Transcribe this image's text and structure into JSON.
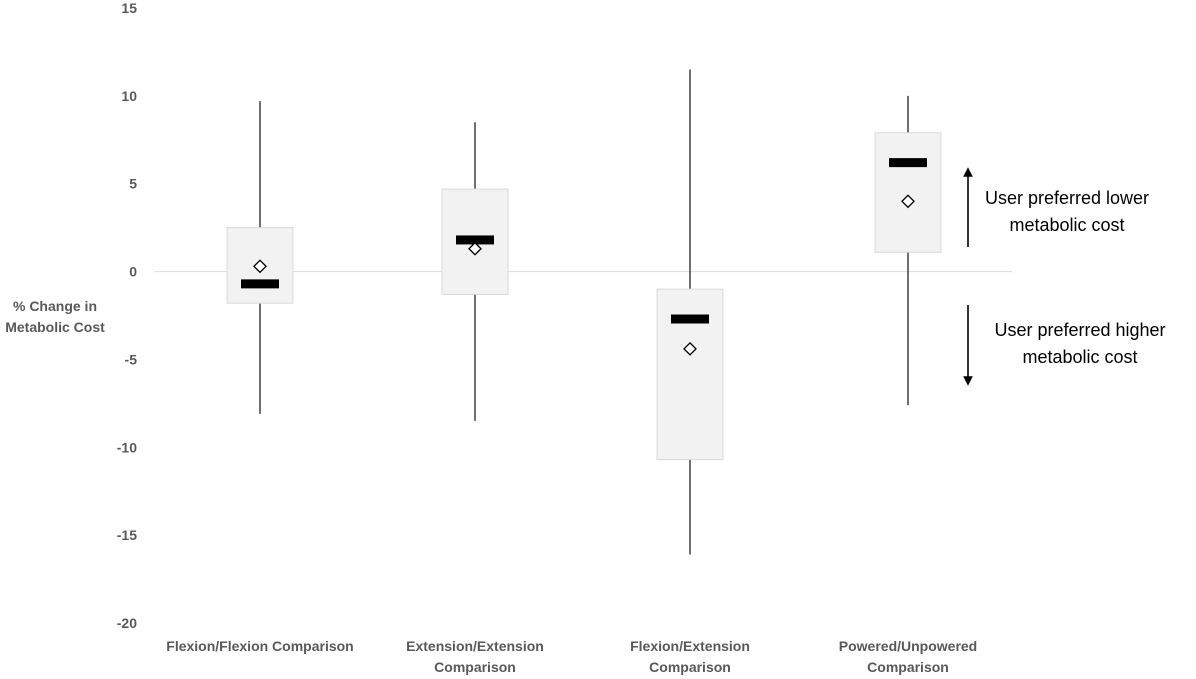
{
  "chart_data": {
    "type": "boxplot",
    "title": "",
    "xlabel": "",
    "ylabel": [
      "% Change in",
      "Metabolic Cost"
    ],
    "ylim": [
      -20,
      15
    ],
    "yticks": [
      15,
      10,
      5,
      0,
      -5,
      -10,
      -15,
      -20
    ],
    "grid": false,
    "categories": [
      [
        "Flexion/Flexion Comparison"
      ],
      [
        "Extension/Extension",
        "Comparison"
      ],
      [
        "Flexion/Extension",
        "Comparison"
      ],
      [
        "Powered/Unpowered",
        "Comparison"
      ]
    ],
    "boxes": [
      {
        "min": -8.1,
        "q1": -1.8,
        "median": -0.7,
        "mean": 0.3,
        "q3": 2.5,
        "max": 9.7
      },
      {
        "min": -8.5,
        "q1": -1.3,
        "median": 1.8,
        "mean": 1.3,
        "q3": 4.7,
        "max": 8.5
      },
      {
        "min": -16.1,
        "q1": -10.7,
        "median": -2.7,
        "mean": -4.4,
        "q3": -1.0,
        "max": 11.5
      },
      {
        "min": -7.6,
        "q1": 1.1,
        "median": 6.2,
        "mean": 4.0,
        "q3": 7.9,
        "max": 10.0
      }
    ],
    "annotations": [
      {
        "lines": [
          "User preferred lower",
          "metabolic cost"
        ],
        "arrow": "up"
      },
      {
        "lines": [
          "User preferred higher",
          "metabolic cost"
        ],
        "arrow": "down"
      }
    ],
    "colors": {
      "box_fill": "#f2f2f2",
      "box_stroke": "#d9d9d9",
      "median": "#000000",
      "whisker": "#404040",
      "zero_line": "#d9d9d9",
      "tick_text": "#595959"
    }
  }
}
